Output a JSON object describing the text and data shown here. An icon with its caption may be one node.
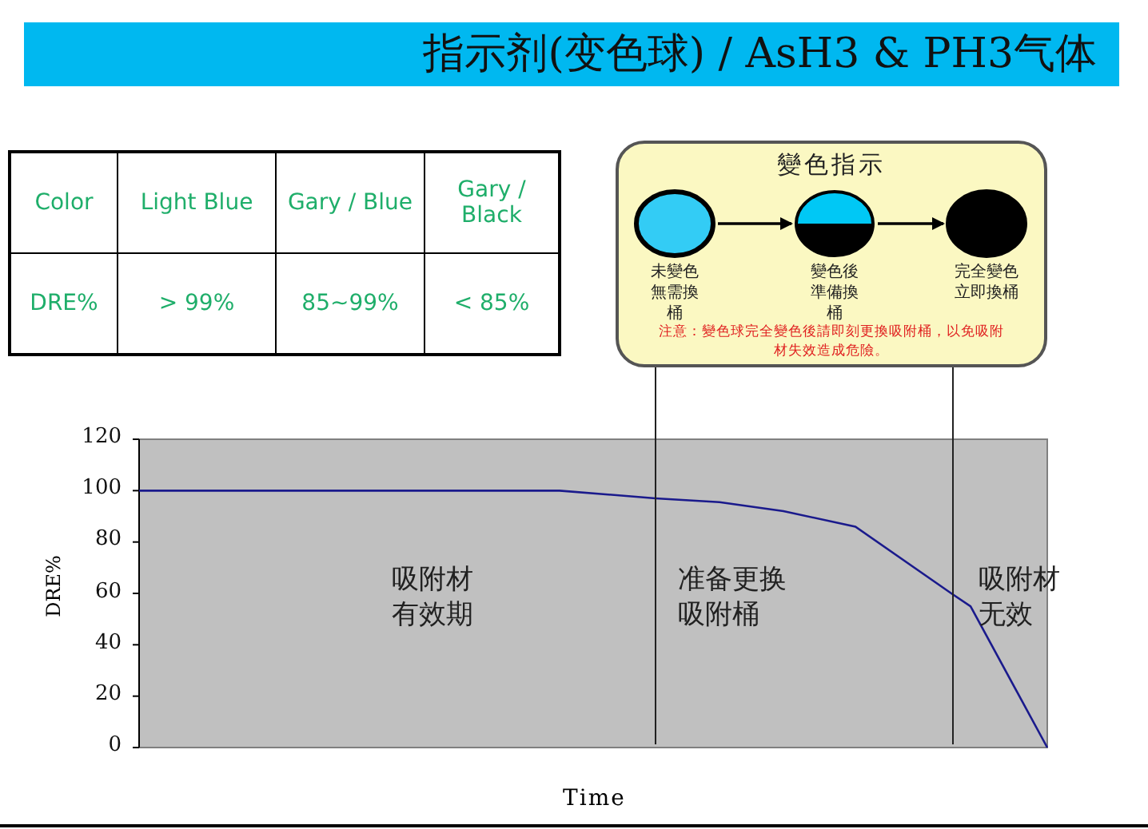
{
  "diagram": {
    "title": "指示剂(变色球) / AsH3 & PH3气体",
    "nodes": [
      {
        "text": [
          "變色指示",
          "注意：變色球完全變色後請即刻更換吸附桶，以免吸附材失效造成危險。"
        ]
      },
      {
        "text": [],
        "shape": "circle",
        "in": 0,
        "beside": [
          "未變色無需換桶"
        ]
      },
      {
        "text": [],
        "shape": "circle",
        "in": 0,
        "beside": [
          "變色後準備換桶"
        ]
      },
      {
        "text": [],
        "shape": "circle",
        "in": 0,
        "beside": [
          "完全變色立即換桶"
        ]
      }
    ],
    "edges": [
      {
        "from": 1,
        "to": 2,
        "arrow": "to"
      },
      {
        "from": 2,
        "to": 3,
        "arrow": "to"
      }
    ],
    "labels": [
      "Color",
      "Light Blue",
      "Gary / Blue",
      "Gary / Black",
      "DRE%",
      "> 99%",
      "85~99%",
      "< 85%",
      "120",
      "100",
      "80",
      "60",
      "40",
      "20",
      "0",
      "DRE%",
      "Time",
      "吸附材有效期",
      "准备更换吸附桶",
      "吸附材无效"
    ]
  }
}
